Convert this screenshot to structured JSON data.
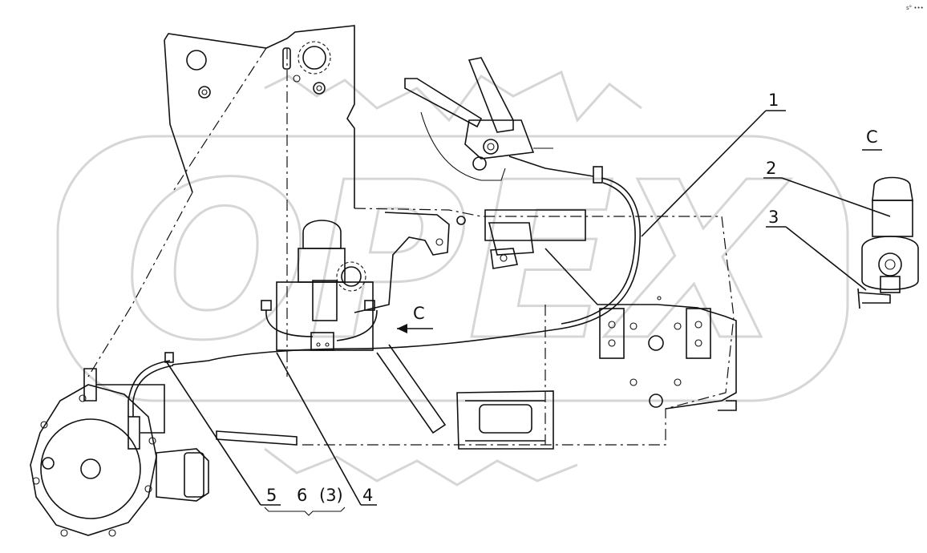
{
  "watermark": {
    "text": "OPEX"
  },
  "view_label": "C",
  "view_arrow_label": "C",
  "callouts": [
    "1",
    "2",
    "3",
    "4",
    "5",
    "6",
    "(3)"
  ],
  "corner_mark": "s° •••"
}
